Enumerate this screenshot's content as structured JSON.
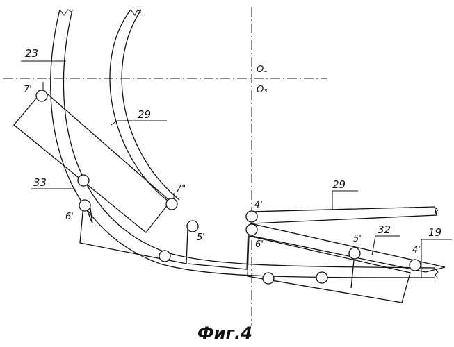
{
  "figure": {
    "caption": "Фиг.4",
    "labels": {
      "l23": "23",
      "l29_arc": "29",
      "l29_top": "29",
      "l32": "32",
      "l33": "33",
      "l19": "19",
      "o1": "O₁",
      "o3": "O₃",
      "r7p": "7'",
      "r7pp": "7\"",
      "r6p": "6'",
      "r6pp": "6\"",
      "r5p": "5'",
      "r5pp": "5\"",
      "r4p": "4'",
      "r4pp": "4\""
    }
  }
}
